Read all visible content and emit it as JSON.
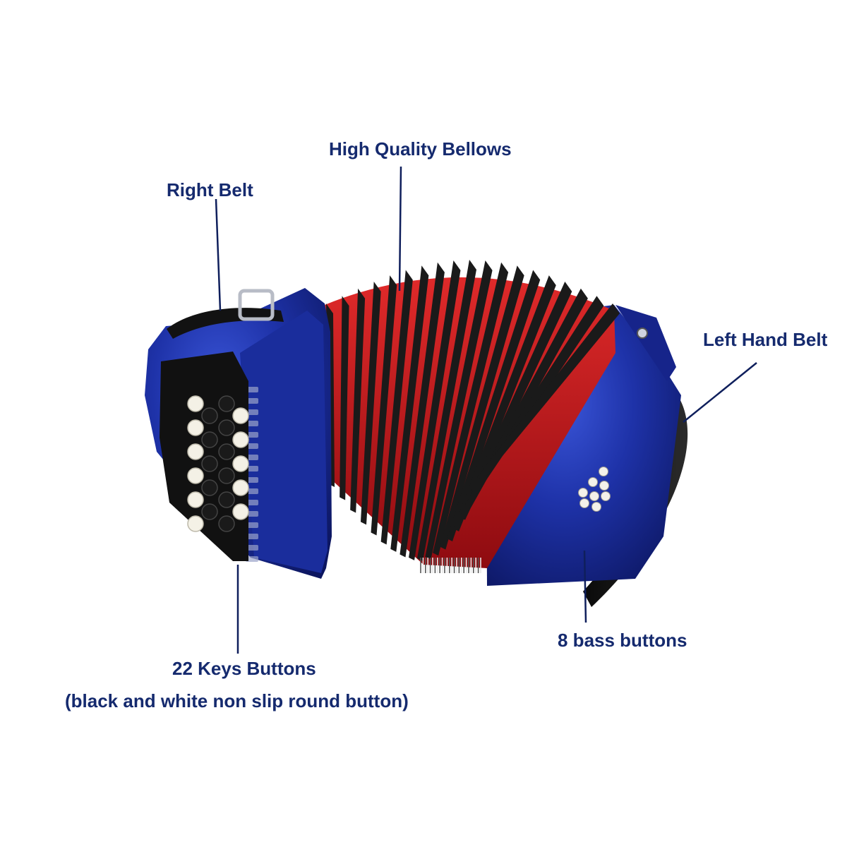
{
  "callouts": {
    "bellows": "High Quality Bellows",
    "right_belt": "Right Belt",
    "left_hand_belt": "Left Hand Belt",
    "bass_buttons": "8 bass buttons",
    "keys_line1": "22 Keys Buttons",
    "keys_line2": "(black and white non slip round button)"
  },
  "product": {
    "treble_button_count": 22,
    "bass_button_count": 8
  },
  "colors": {
    "label_text": "#152a6e",
    "body_blue": "#1c2f9e",
    "bellows_red": "#c8131a",
    "bellows_ridge": "#1a1a1a",
    "leader_line": "#0f1f5c"
  }
}
